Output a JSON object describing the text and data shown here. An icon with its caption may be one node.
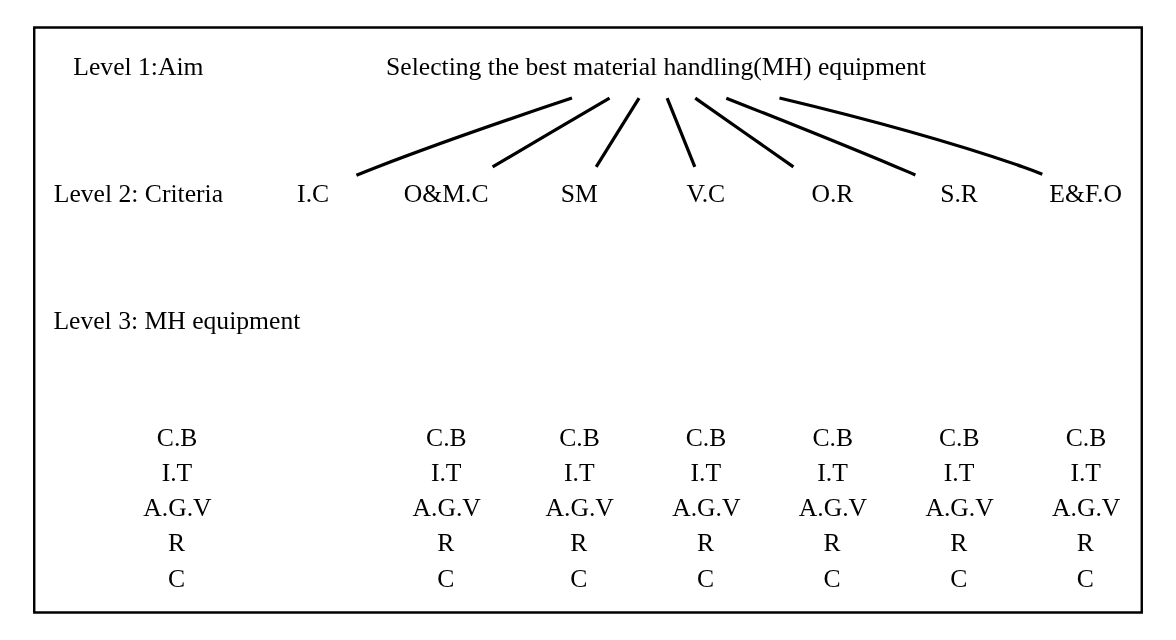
{
  "diagram": {
    "nodes": [
      {
        "text": [],
        "shape": "box"
      },
      {
        "text": [
          "Selecting the best material handling(MH) equipment"
        ],
        "in": 0
      },
      {
        "text": [
          "I.C"
        ],
        "in": 0
      },
      {
        "text": [
          "O&M.C"
        ],
        "in": 0
      },
      {
        "text": [
          "SM"
        ],
        "in": 0
      },
      {
        "text": [
          "V.C"
        ],
        "in": 0
      },
      {
        "text": [
          "O.R"
        ],
        "in": 0
      },
      {
        "text": [
          "S.R"
        ],
        "in": 0
      },
      {
        "text": [
          "E&F.O"
        ],
        "in": 0
      }
    ],
    "edges": [
      {
        "from": 1,
        "to": 2,
        "arrow": "none"
      },
      {
        "from": 1,
        "to": 3,
        "arrow": "none"
      },
      {
        "from": 1,
        "to": 4,
        "arrow": "none"
      },
      {
        "from": 1,
        "to": 5,
        "arrow": "none"
      },
      {
        "from": 1,
        "to": 6,
        "arrow": "none"
      },
      {
        "from": 1,
        "to": 7,
        "arrow": "none"
      },
      {
        "from": 1,
        "to": 8,
        "arrow": "none"
      }
    ],
    "labels": [
      "Level 1:Aim",
      "Level 2: Criteria",
      "Level 3: MH equipment",
      "C.B",
      "C.B",
      "C.B",
      "C.B",
      "C.B",
      "C.B",
      "C.B",
      "I.T",
      "I.T",
      "I.T",
      "I.T",
      "I.T",
      "I.T",
      "I.T",
      "A.G.V",
      "A.G.V",
      "A.G.V",
      "A.G.V",
      "A.G.V",
      "A.G.V",
      "A.G.V",
      "R",
      "R",
      "R",
      "R",
      "R",
      "R",
      "R",
      "C",
      "C",
      "C",
      "C",
      "C",
      "C",
      "C"
    ]
  }
}
